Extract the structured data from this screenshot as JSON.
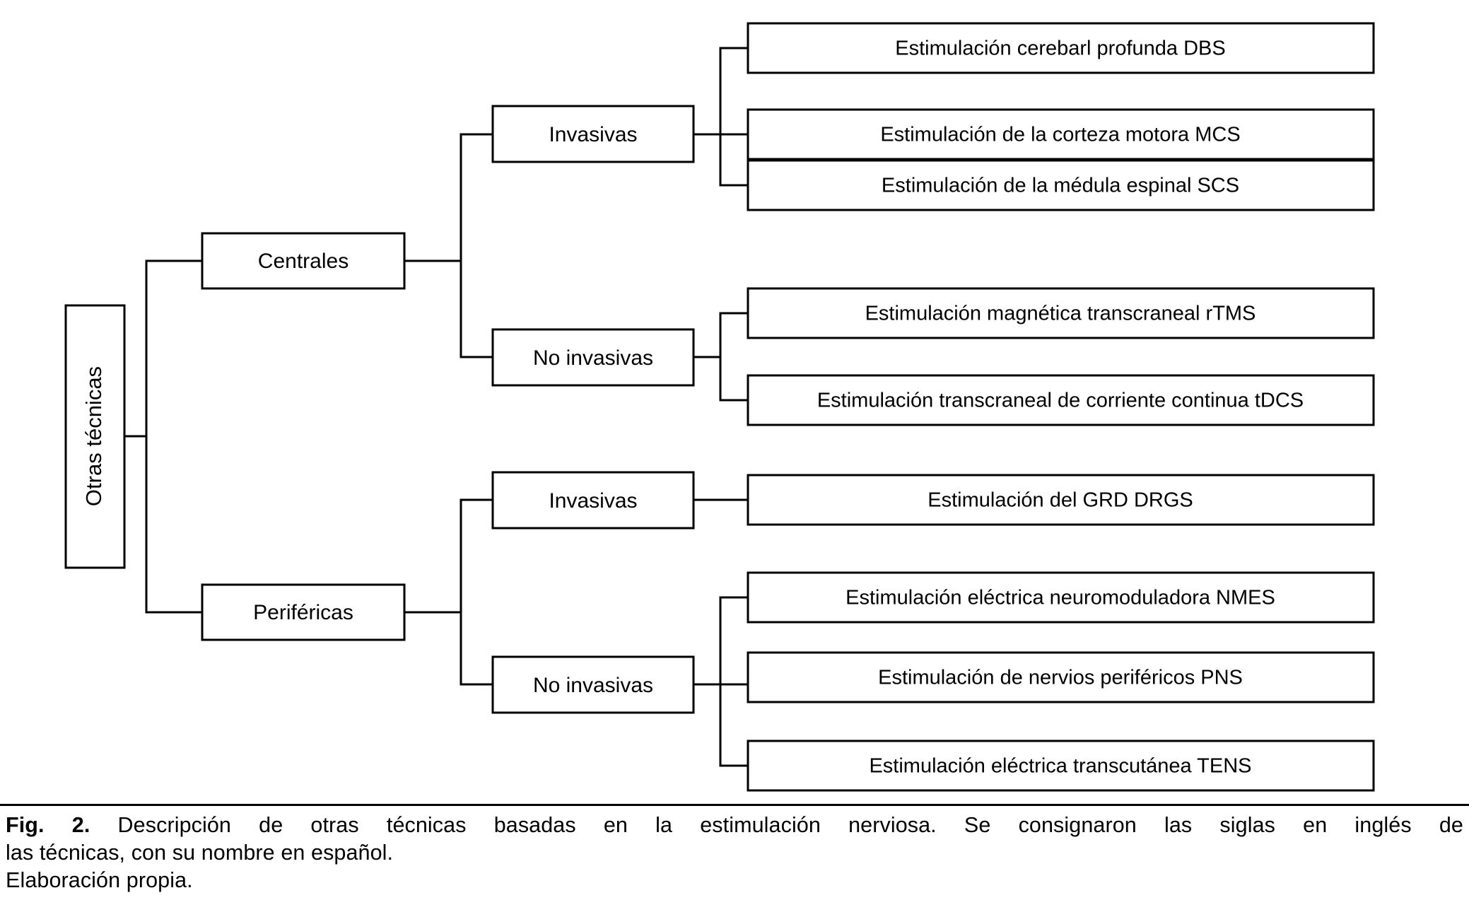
{
  "figure": {
    "root": {
      "label": "Otras técnicas",
      "orientation": "vertical-bottom-to-top"
    },
    "branches": [
      {
        "label": "Centrales",
        "children": [
          {
            "label": "Invasivas",
            "leaves": [
              "Estimulación cerebarl profunda DBS",
              "Estimulación de la corteza motora MCS",
              "Estimulación de la médula espinal SCS"
            ]
          },
          {
            "label": "No invasivas",
            "leaves": [
              "Estimulación magnética transcraneal rTMS",
              "Estimulación transcraneal de corriente continua tDCS"
            ]
          }
        ]
      },
      {
        "label": "Periféricas",
        "children": [
          {
            "label": "Invasivas",
            "leaves": [
              "Estimulación del GRD DRGS"
            ]
          },
          {
            "label": "No invasivas",
            "leaves": [
              "Estimulación eléctrica neuromoduladora NMES",
              "Estimulación de nervios periféricos PNS",
              "Estimulación eléctrica transcutánea TENS"
            ]
          }
        ]
      }
    ],
    "leaves_flat": [
      "Estimulación cerebarl profunda DBS",
      "Estimulación de la corteza motora MCS",
      "Estimulación de la médula espinal SCS",
      "Estimulación magnética transcraneal rTMS",
      "Estimulación transcraneal de corriente continua tDCS",
      "Estimulación del GRD DRGS",
      "Estimulación eléctrica neuromoduladora NMES",
      "Estimulación de nervios periféricos PNS",
      "Estimulación eléctrica transcutánea TENS"
    ],
    "level2_labels": [
      "Invasivas",
      "No invasivas",
      "Invasivas",
      "No invasivas"
    ],
    "level1_labels": [
      "Centrales",
      "Periféricas"
    ]
  },
  "caption": {
    "fig_number": "Fig. 2.",
    "line1": " Descripción de otras técnicas basadas en la estimulación nerviosa. Se consignaron las siglas en inglés de",
    "line2": "las técnicas, con su nombre en español.",
    "line3": "Elaboración propia."
  },
  "colors": {
    "stroke": "#000000",
    "background": "#ffffff",
    "text": "#000000"
  }
}
